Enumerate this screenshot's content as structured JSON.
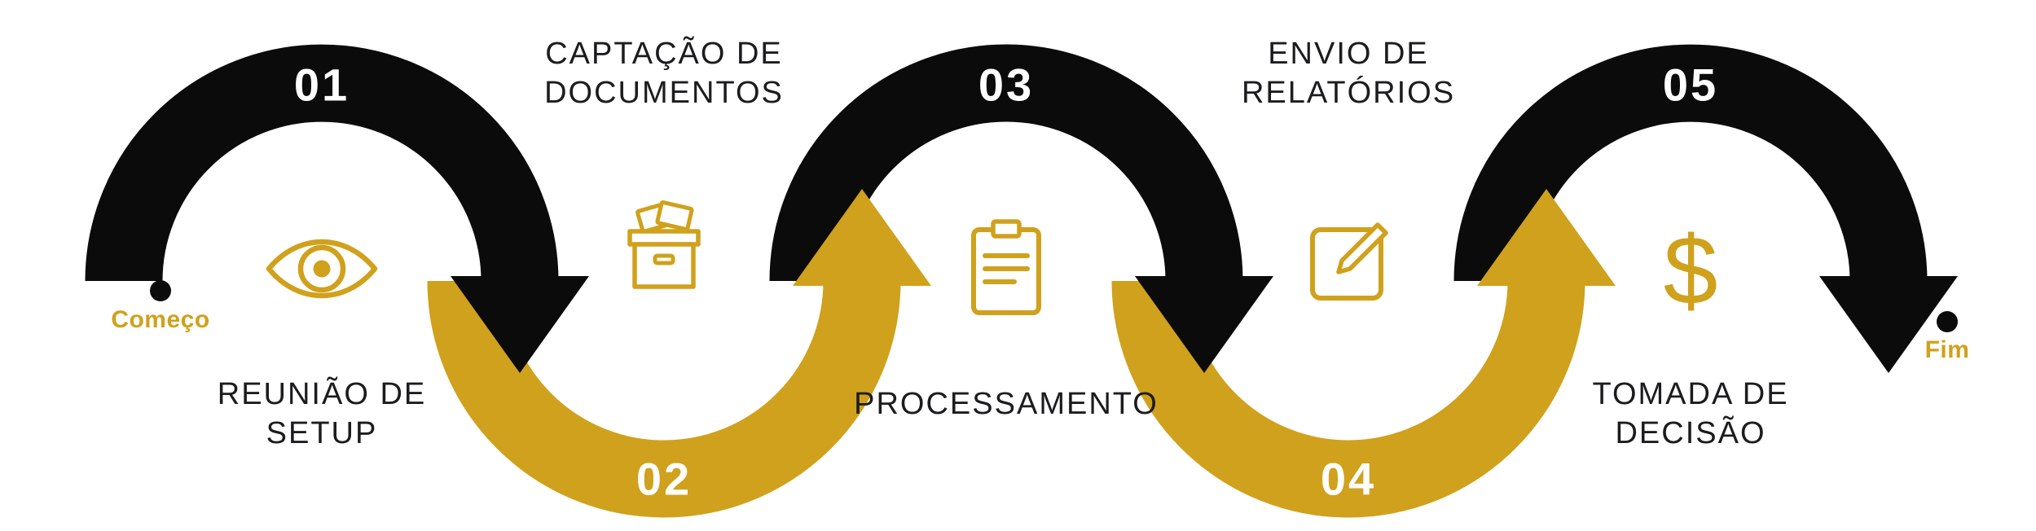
{
  "diagram": {
    "start": {
      "label": "Começo"
    },
    "end": {
      "label": "Fim"
    },
    "steps": [
      {
        "number": "01",
        "label_lines": [
          "REUNIÃO DE",
          "SETUP"
        ],
        "icon": "eye-icon",
        "color_role": "black",
        "label_position": "bottom"
      },
      {
        "number": "02",
        "label_lines": [
          "CAPTAÇÃO DE",
          "DOCUMENTOS"
        ],
        "icon": "archive-box-icon",
        "color_role": "gold",
        "label_position": "top"
      },
      {
        "number": "03",
        "label_lines": [
          "PROCESSAMENTO"
        ],
        "icon": "clipboard-icon",
        "color_role": "black",
        "label_position": "bottom"
      },
      {
        "number": "04",
        "label_lines": [
          "ENVIO DE",
          "RELATÓRIOS"
        ],
        "icon": "edit-icon",
        "color_role": "gold",
        "label_position": "top"
      },
      {
        "number": "05",
        "label_lines": [
          "TOMADA DE",
          "DECISÃO"
        ],
        "icon": "dollar-icon",
        "icon_char": "$",
        "color_role": "black",
        "label_position": "bottom"
      }
    ],
    "colors": {
      "black": "#0B0B0B",
      "gold": "#D0A11C",
      "label_text": "#1C1C1E",
      "number_text": "#FFFFFF",
      "background": "#FFFFFF"
    }
  }
}
